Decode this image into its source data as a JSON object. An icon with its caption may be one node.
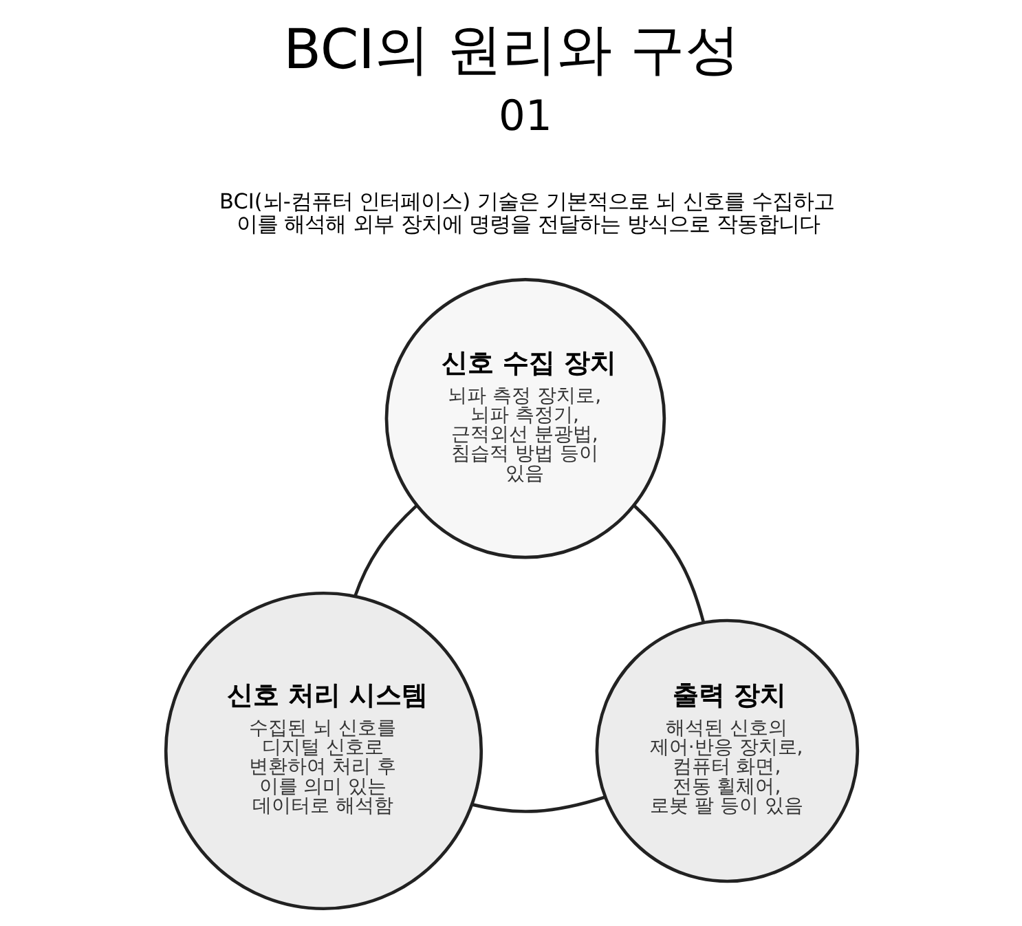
{
  "diagram": {
    "title": "BCI의 원리와 구성",
    "nodes": [
      {
        "text": [
          "신호 수집 장치",
          "뇌파 측정 장치로, 뇌파 측정기, 근적외선 분광법, 침습적 방법 등이 있음"
        ]
      },
      {
        "text": [
          "신호 처리 시스템",
          "수집된 뇌 신호를 디지털 신호로 변환하여 처리 후 이를 의미 있는 데이터로 해석함"
        ]
      },
      {
        "text": [
          "출력 장치",
          "해석된 신호의 제어·반응 장치로, 컴퓨터 화면, 전동 휠체어, 로봇 팔 등이 있음"
        ]
      }
    ],
    "edges": [
      {
        "from": 0,
        "to": 1,
        "arrow": "none"
      },
      {
        "from": 1,
        "to": 2,
        "arrow": "none"
      },
      {
        "from": 2,
        "to": 0,
        "arrow": "none"
      }
    ],
    "labels": [
      "01",
      "BCI(뇌-컴퓨터 인터페이스) 기술은 기본적으로 뇌 신호를 수집하고 이를 해석해 외부 장치에 명령을 전달하는 방식으로 작동합니다"
    ]
  }
}
